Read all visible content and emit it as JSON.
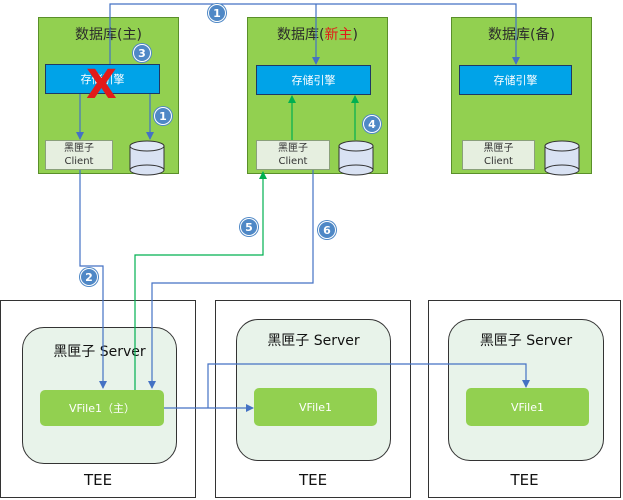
{
  "databases": [
    {
      "title_prefix": "数据库(",
      "title_role": "主",
      "title_suffix": ")",
      "engine_label": "存储引擎",
      "client_line1": "黑匣子",
      "client_line2": "Client"
    },
    {
      "title_prefix": "数据库(",
      "title_role": "新主",
      "title_suffix": ")",
      "engine_label": "存储引擎",
      "client_line1": "黑匣子",
      "client_line2": "Client"
    },
    {
      "title_prefix": "数据库(",
      "title_role": "备",
      "title_suffix": ")",
      "engine_label": "存储引擎",
      "client_line1": "黑匣子",
      "client_line2": "Client"
    }
  ],
  "tees": [
    {
      "server_title": "黑匣子 Server",
      "vfile_label": "VFile1（主）",
      "tee_label": "TEE"
    },
    {
      "server_title": "黑匣子 Server",
      "vfile_label": "VFile1",
      "tee_label": "TEE"
    },
    {
      "server_title": "黑匣子 Server",
      "vfile_label": "VFile1",
      "tee_label": "TEE"
    }
  ],
  "badges": {
    "b1": "1",
    "b2": "2",
    "b3": "3",
    "b4": "4",
    "b5": "5",
    "b6": "6"
  },
  "colors": {
    "db_green": "#92d050",
    "engine_blue": "#00a3e8",
    "arrow_blue": "#4472c4",
    "arrow_green": "#00b050",
    "fail_red": "#e21a1a"
  },
  "failure_mark": "X"
}
